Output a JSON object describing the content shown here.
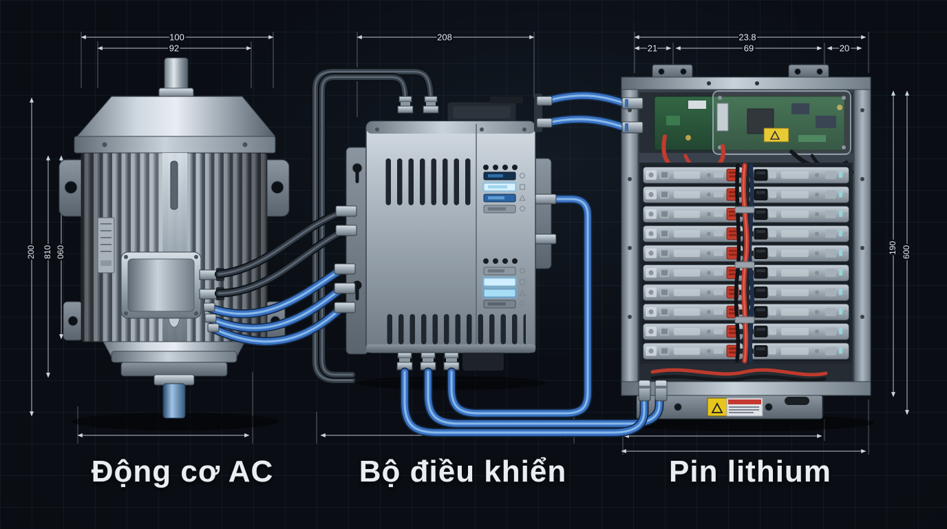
{
  "component_labels": {
    "motor": "Động cơ AC",
    "controller": "Bộ điều khiển",
    "battery": "Pin lithium"
  },
  "dimensions": {
    "motor_width_outer": "100",
    "motor_width_inner": "92",
    "motor_height_a": "200",
    "motor_height_b": "810",
    "motor_height_c": "060",
    "controller_width": "208",
    "battery_width_outer": "23.8",
    "battery_width_left": "21",
    "battery_width_mid": "69",
    "battery_width_right": "20",
    "battery_height_a": "190",
    "battery_height_b": "600"
  },
  "colors": {
    "background": "#0a0e14",
    "grid_line": "#3c566b",
    "dimension_line": "#b9c3cc",
    "cable_blue": "#3b74c6",
    "cable_dark": "#333d47",
    "connector_red": "#c13a2b",
    "pcb_green": "#2f6040",
    "warning_yellow": "#e6c51f",
    "led_glow": "#8fd8ff",
    "metal_light": "#d4dce3",
    "metal_dark": "#5c666f"
  }
}
